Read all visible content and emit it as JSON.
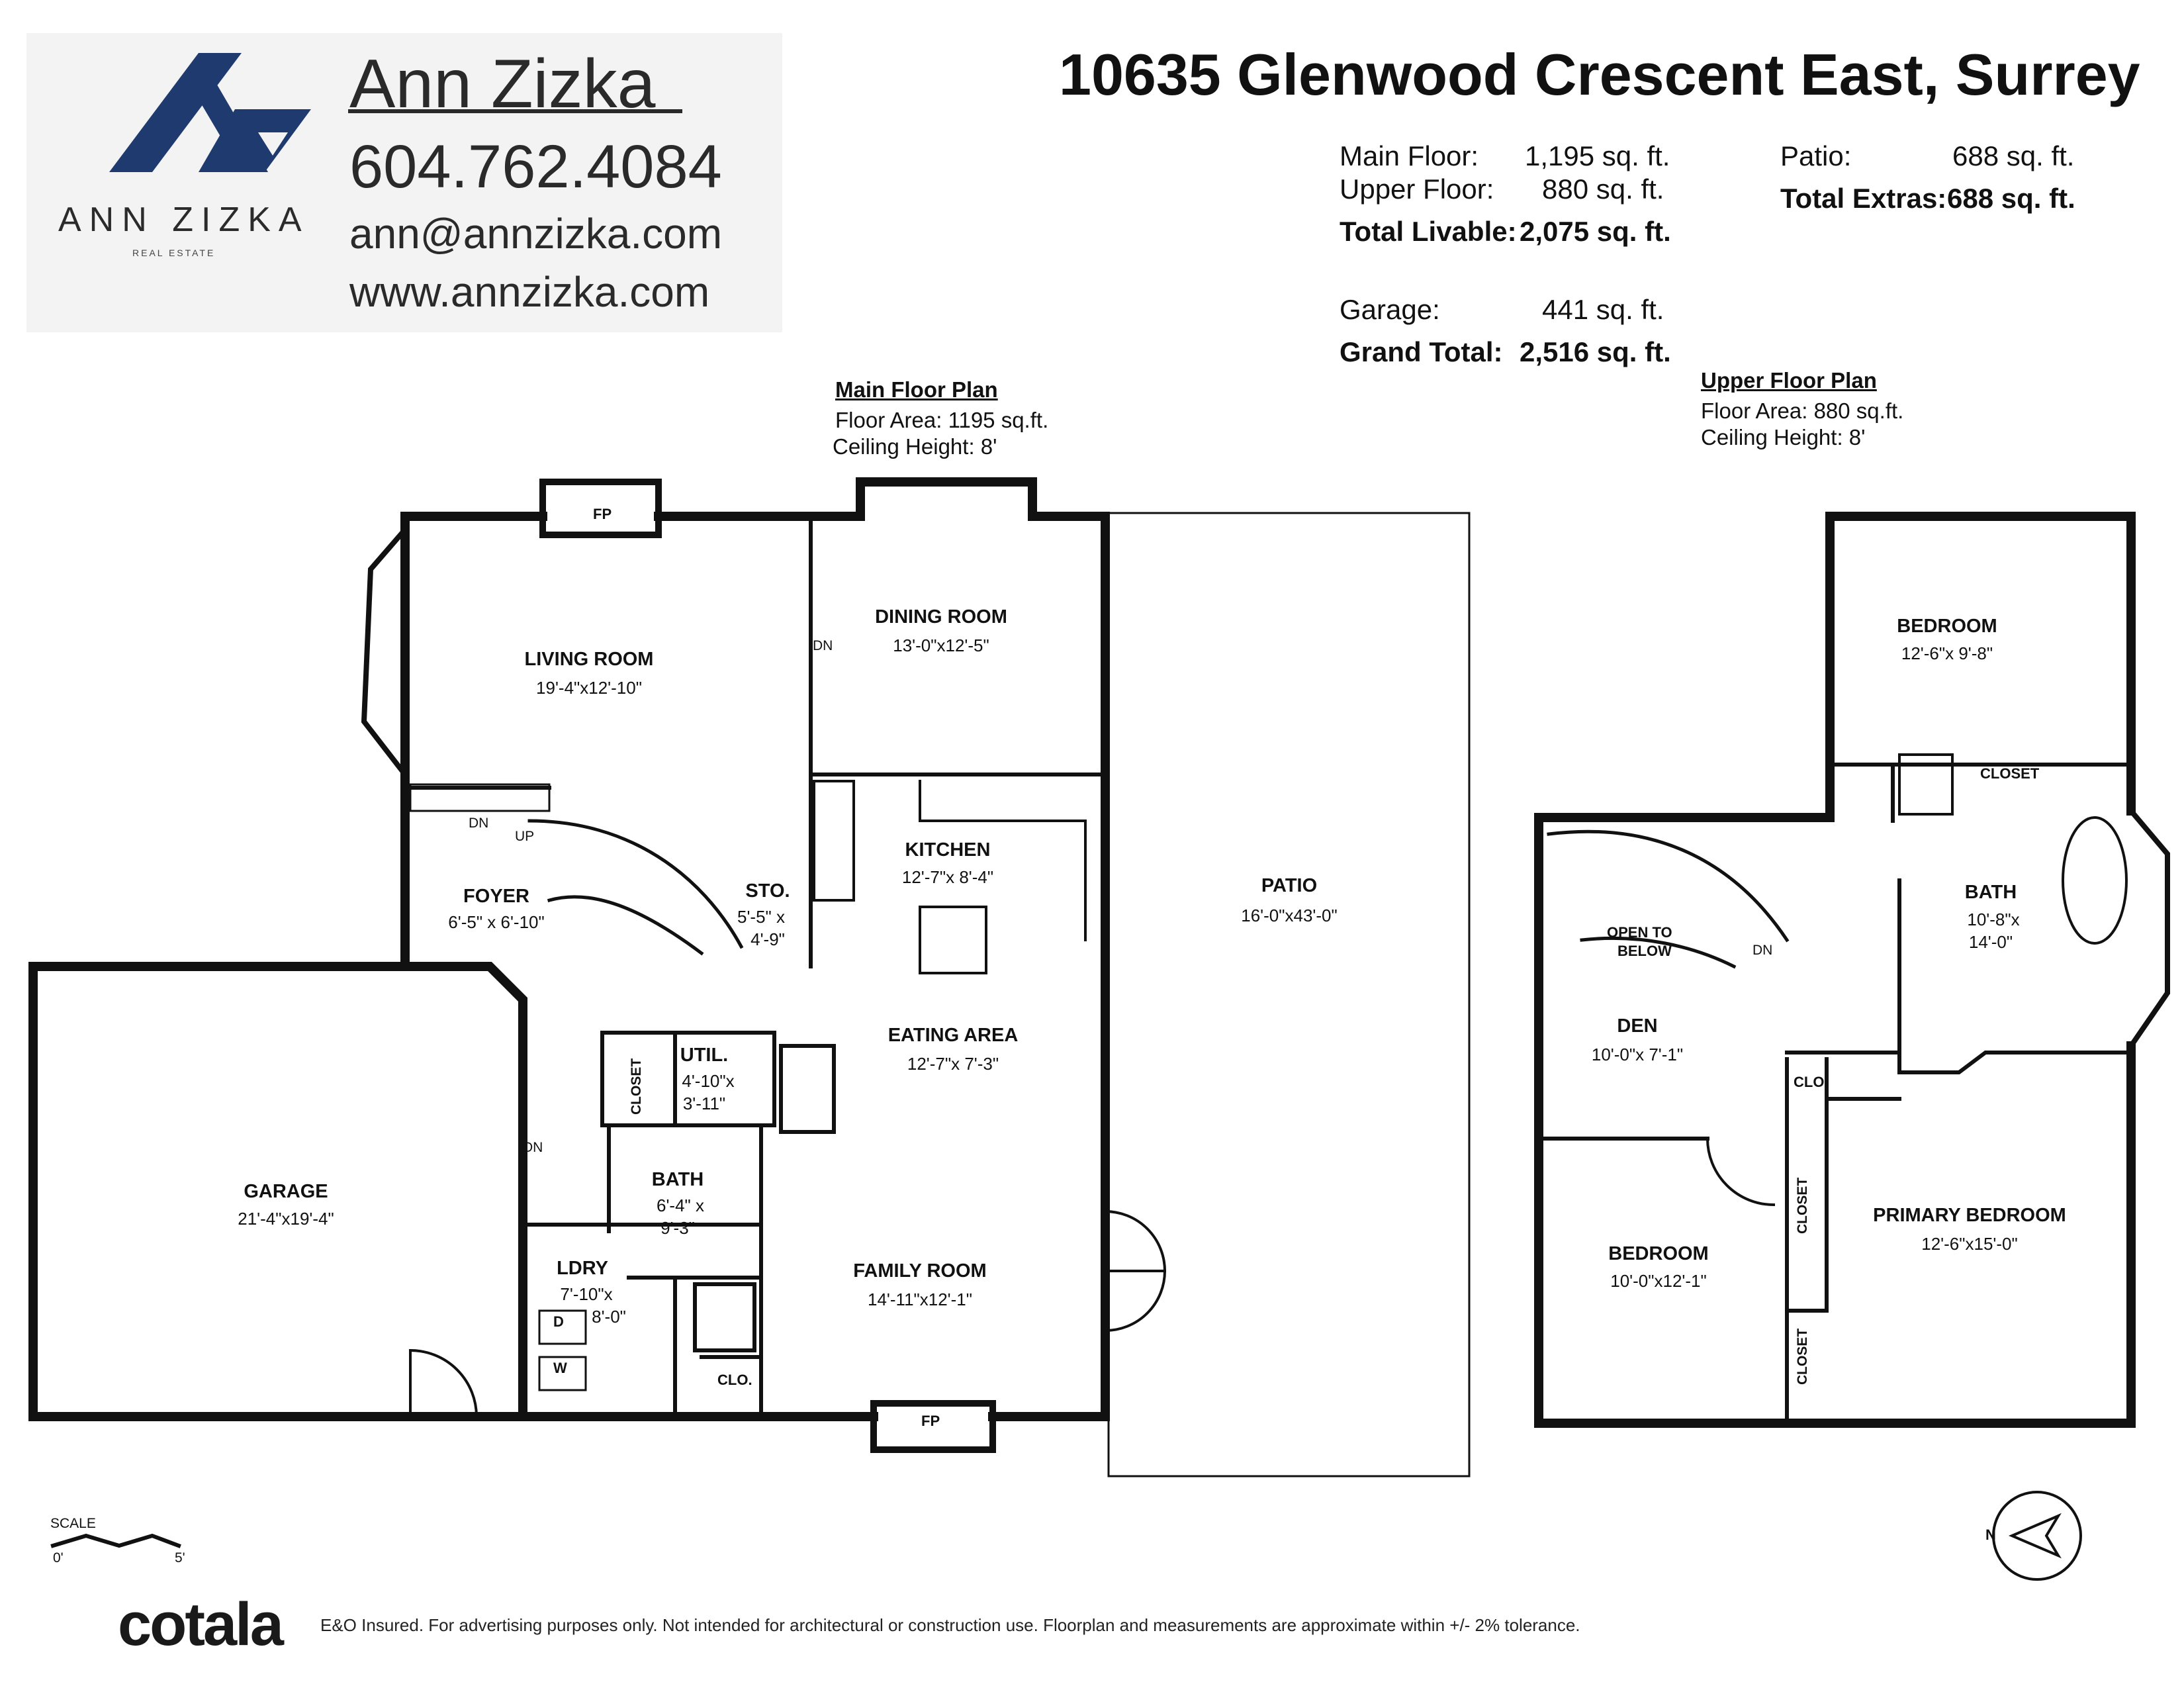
{
  "agent": {
    "logo_word": "ANN ZIZKA",
    "logo_sub": "REAL ESTATE",
    "name": "Ann Zizka",
    "phone": "604.762.4084",
    "email": "ann@annzizka.com",
    "website": "www.annzizka.com"
  },
  "title": "10635 Glenwood Crescent East, Surrey",
  "areas": {
    "main_floor_label": "Main Floor:",
    "main_floor_value": "1,195 sq. ft.",
    "upper_floor_label": "Upper Floor:",
    "upper_floor_value": "880 sq. ft.",
    "total_livable_label": "Total Livable:",
    "total_livable_value": "2,075 sq. ft.",
    "garage_label": "Garage:",
    "garage_value": "441 sq. ft.",
    "grand_total_label": "Grand Total:",
    "grand_total_value": "2,516 sq. ft.",
    "patio_label": "Patio:",
    "patio_value": "688 sq. ft.",
    "total_extras_label": "Total Extras:",
    "total_extras_value": "688 sq. ft."
  },
  "main_plan": {
    "heading": "Main Floor Plan",
    "floor_area": "Floor Area: 1195 sq.ft.",
    "ceiling": "Ceiling Height: 8'",
    "rooms": {
      "living": {
        "name": "LIVING ROOM",
        "dim": "19'-4\"x12'-10\""
      },
      "dining": {
        "name": "DINING ROOM",
        "dim": "13'-0\"x12'-5\""
      },
      "kitchen": {
        "name": "KITCHEN",
        "dim": "12'-7\"x 8'-4\""
      },
      "foyer": {
        "name": "FOYER",
        "dim": "6'-5\" x 6'-10\""
      },
      "storage": {
        "name": "STO.",
        "dim1": "5'-5\" x",
        "dim2": "4'-9\""
      },
      "patio": {
        "name": "PATIO",
        "dim": "16'-0\"x43'-0\""
      },
      "eating": {
        "name": "EATING AREA",
        "dim": "12'-7\"x 7'-3\""
      },
      "utility": {
        "name": "UTIL.",
        "dim1": "4'-10\"x",
        "dim2": "3'-11\""
      },
      "garage": {
        "name": "GARAGE",
        "dim": "21'-4\"x19'-4\""
      },
      "bath": {
        "name": "BATH",
        "dim1": "6'-4\" x",
        "dim2": "9'-3\""
      },
      "family": {
        "name": "FAMILY ROOM",
        "dim": "14'-11\"x12'-1\""
      },
      "laundry": {
        "name": "LDRY",
        "dim1": "7'-10\"x",
        "dim2": "8'-0\""
      }
    },
    "labels": {
      "fp": "FP",
      "dn": "DN",
      "up": "UP",
      "closet": "CLOSET",
      "clo": "CLO.",
      "dryer": "D",
      "washer": "W"
    }
  },
  "upper_plan": {
    "heading": "Upper Floor Plan",
    "floor_area": "Floor Area: 880 sq.ft.",
    "ceiling": "Ceiling Height: 8'",
    "rooms": {
      "bedroom1": {
        "name": "BEDROOM",
        "dim": "12'-6\"x 9'-8\""
      },
      "bath": {
        "name": "BATH",
        "dim1": "10'-8\"x",
        "dim2": "14'-0\""
      },
      "den": {
        "name": "DEN",
        "dim": "10'-0\"x 7'-1\""
      },
      "bedroom2": {
        "name": "BEDROOM",
        "dim": "10'-0\"x12'-1\""
      },
      "primary": {
        "name": "PRIMARY BEDROOM",
        "dim": "12'-6\"x15'-0\""
      }
    },
    "labels": {
      "closet": "CLOSET",
      "clo": "CLO.",
      "open_to_below_1": "OPEN TO",
      "open_to_below_2": "BELOW",
      "dn": "DN"
    }
  },
  "scale": {
    "label": "SCALE",
    "zero": "0'",
    "five": "5'"
  },
  "compass": {
    "north": "N"
  },
  "footer": {
    "brand": "cotala",
    "disclaimer": "E&O Insured. For advertising purposes only. Not intended for architectural or construction use. Floorplan and measurements are approximate within +/- 2% tolerance."
  },
  "colors": {
    "logo_blue": "#1f3a6e",
    "wall": "#111111",
    "logo_panel": "#f3f3f3"
  }
}
